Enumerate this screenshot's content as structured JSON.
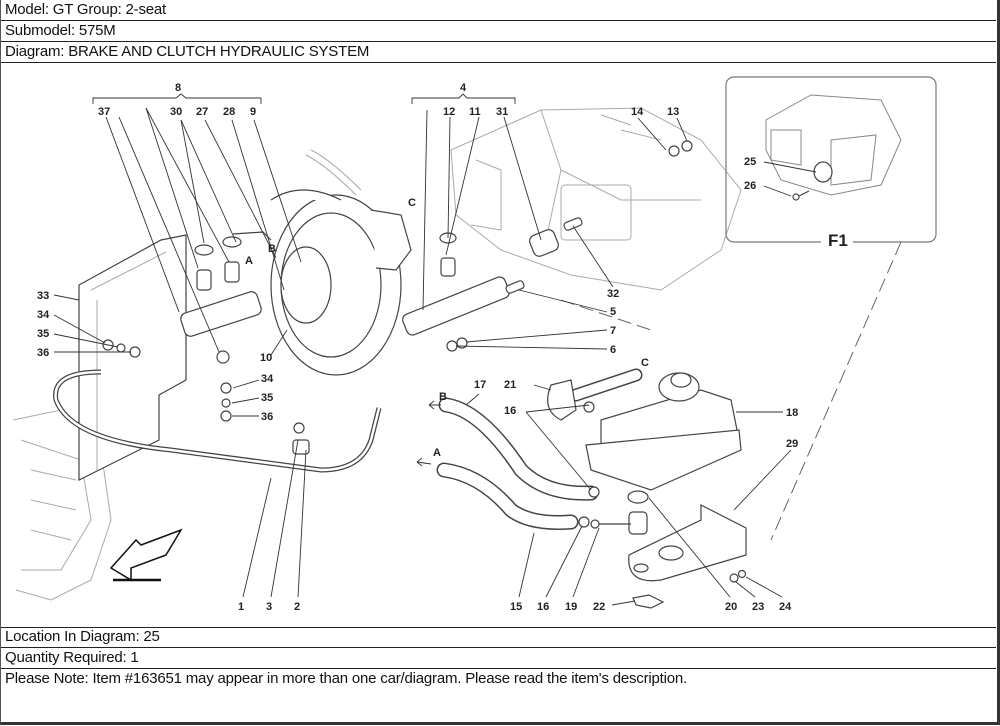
{
  "header": {
    "model_line": "Model: GT Group: 2-seat",
    "submodel_line": "Submodel: 575M",
    "diagram_line": "Diagram: BRAKE AND CLUTCH HYDRAULIC SYSTEM"
  },
  "diagram": {
    "title": "BRAKE AND CLUTCH HYDRAULIC SYSTEM",
    "inset_label": "F1",
    "group_labels": {
      "group_8": "8",
      "group_4": "4"
    },
    "arrow_labels": {
      "a1": "A",
      "b1": "B",
      "c1": "C",
      "a2": "A",
      "b2": "B",
      "c2": "C"
    },
    "callouts": {
      "c37": "37",
      "c30": "30",
      "c27": "27",
      "c28": "28",
      "c9": "9",
      "c12": "12",
      "c11": "11",
      "c31": "31",
      "c14": "14",
      "c13": "13",
      "c25": "25",
      "c26": "26",
      "c33": "33",
      "c34a": "34",
      "c35a": "35",
      "c36a": "36",
      "c10": "10",
      "c32": "32",
      "c5": "5",
      "c7": "7",
      "c6": "6",
      "c34b": "34",
      "c35b": "35",
      "c36b": "36",
      "c17": "17",
      "c21": "21",
      "c16a": "16",
      "c18": "18",
      "c29": "29",
      "c1": "1",
      "c3": "3",
      "c2": "2",
      "c15": "15",
      "c16b": "16",
      "c19": "19",
      "c22": "22",
      "c20": "20",
      "c23": "23",
      "c24": "24"
    }
  },
  "footer": {
    "location_line": "Location In Diagram: 25",
    "quantity_line": "Quantity Required: 1",
    "note_line": "Please Note: Item #163651 may appear in more than one car/diagram. Please read the item's description."
  }
}
